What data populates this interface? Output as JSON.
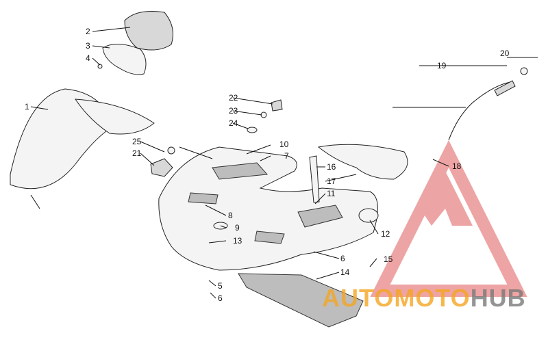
{
  "callouts": {
    "c1": "1",
    "c2": "2",
    "c3": "3",
    "c4": "4",
    "c5": "5",
    "c6a": "6",
    "c6b": "6",
    "c7": "7",
    "c8": "8",
    "c9": "9",
    "c10": "10",
    "c11": "11",
    "c12": "12",
    "c13": "13",
    "c14": "14",
    "c15": "15",
    "c16": "16",
    "c17": "17",
    "c18": "18",
    "c19": "19",
    "c20": "20",
    "c21": "21",
    "c22": "22",
    "c23": "23",
    "c24": "24",
    "c25": "25"
  },
  "watermark": {
    "part1": "AUTO",
    "part2": "MOTO",
    "part3": "HUB",
    "triangle_color": "#e05a5a",
    "auto_color": "#f5a623",
    "hub_color": "#7a7a7a"
  }
}
